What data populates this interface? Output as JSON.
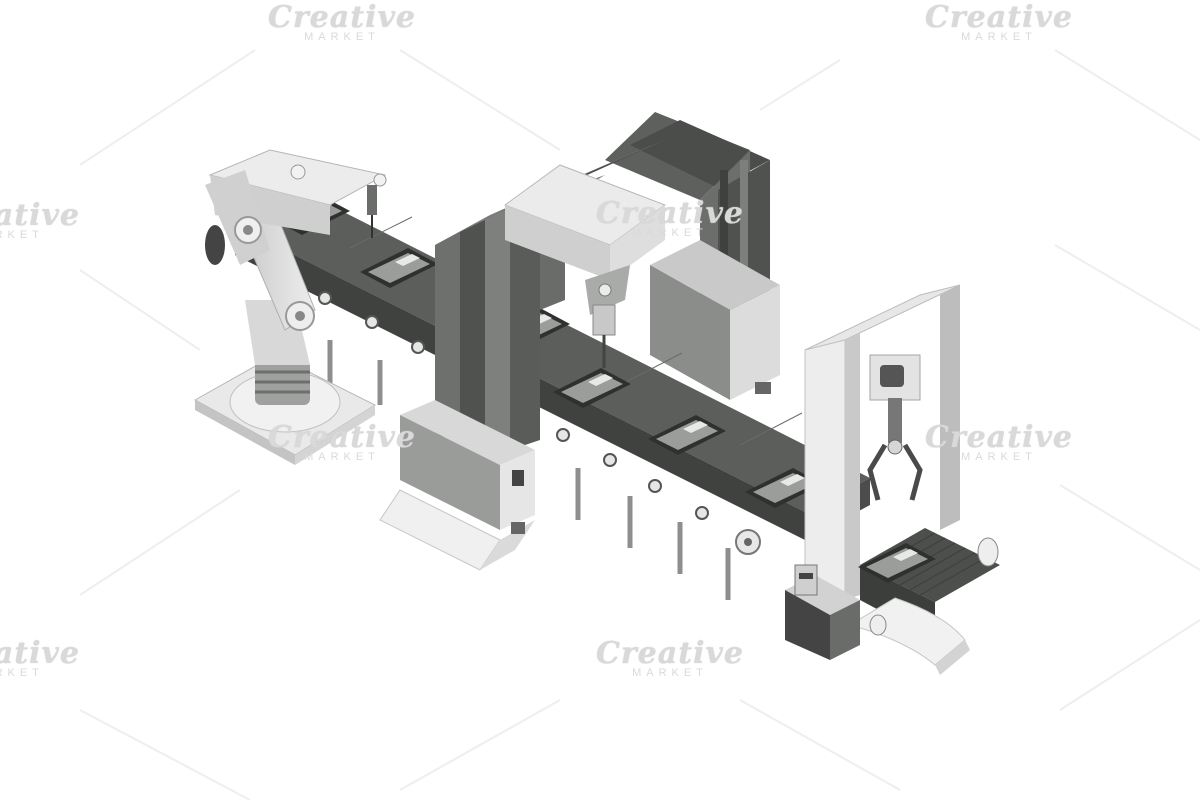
{
  "watermark": {
    "brand": "Creative",
    "sub": "MARKET"
  },
  "colors": {
    "belt": "#4f524f",
    "belt_top": "#5d605c",
    "frame_dark": "#5a5c5a",
    "frame_mid": "#8a8c8a",
    "light": "#e4e4e4",
    "white": "#f4f4f4",
    "screen": "#9a9d9a"
  },
  "scene_parts": [
    "robot-arm",
    "main-conveyor",
    "gantry-front",
    "gantry-back",
    "grabber-frame",
    "output-conveyor",
    "tablets",
    "control-panels"
  ]
}
